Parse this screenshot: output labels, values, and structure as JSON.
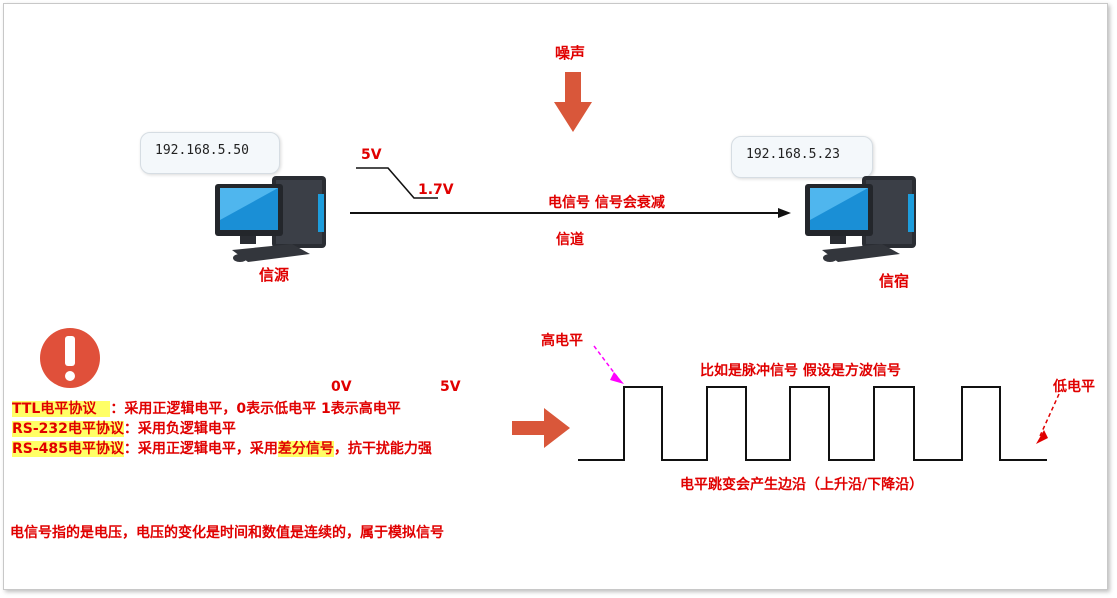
{
  "noise_label": "噪声",
  "source": {
    "ip": "192.168.5.50",
    "label": "信源"
  },
  "dest": {
    "ip": "192.168.5.23",
    "label": "信宿"
  },
  "voltage_high": "5V",
  "voltage_low": "1.7V",
  "signal_label": "电信号  信号会衰减",
  "channel_label": "信道",
  "high_level_label": "高电平",
  "low_level_label": "低电平",
  "pulse_label": "比如是脉冲信号 假设是方波信号",
  "edge_label": "电平跳变会产生边沿（上升沿/下降沿）",
  "ttl_values": {
    "zero": "0V",
    "one": "5V"
  },
  "protocols": [
    {
      "name": "TTL电平协议",
      "desc": "：采用正逻辑电平，0表示低电平 1表示高电平"
    },
    {
      "name": "RS-232电平协议",
      "desc": "：采用负逻辑电平"
    },
    {
      "name": "RS-485电平协议",
      "desc_before": "：采用正逻辑电平，采用",
      "highlight": "差分信号",
      "desc_after": "，抗干扰能力强"
    }
  ],
  "footer_note": "电信号指的是电压，电压的变化是时间和数值是连续的，属于模拟信号",
  "colors": {
    "accent_red": "#e00000",
    "arrow_orange": "#d9573a",
    "highlight_yellow": "#ffff66",
    "magenta": "#ff00ff"
  },
  "icons": [
    "computer-icon",
    "warning-icon",
    "down-arrow-icon",
    "right-arrow-icon"
  ]
}
